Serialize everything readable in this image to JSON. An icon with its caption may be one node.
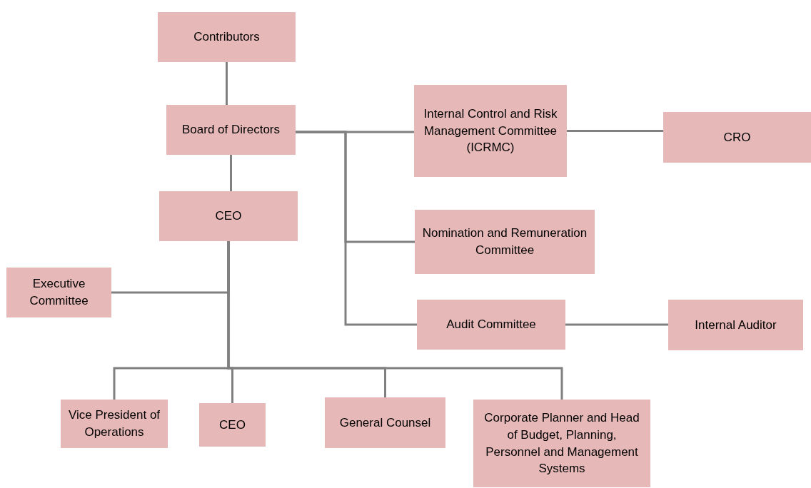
{
  "diagram": {
    "nodes": [
      {
        "text": [
          "Contributors"
        ]
      },
      {
        "text": [
          "Board of Directors"
        ]
      },
      {
        "text": [
          "Internal Control and Risk Management Committee (ICRMC)"
        ]
      },
      {
        "text": [
          "CRO"
        ]
      },
      {
        "text": [
          "CEO"
        ]
      },
      {
        "text": [
          "Nomination and Remuneration Committee"
        ]
      },
      {
        "text": [
          "Audit Committee"
        ]
      },
      {
        "text": [
          "Internal Auditor"
        ]
      },
      {
        "text": [
          "Executive Committee"
        ]
      },
      {
        "text": [
          "Vice President of Operations"
        ]
      },
      {
        "text": [
          "CEO"
        ]
      },
      {
        "text": [
          "General Counsel"
        ]
      },
      {
        "text": [
          "Corporate Planner and Head of Budget, Planning, Personnel and Management Systems"
        ]
      }
    ],
    "edges": [
      {
        "from": 0,
        "to": 1,
        "arrow": "none"
      },
      {
        "from": 1,
        "to": 2,
        "arrow": "none"
      },
      {
        "from": 1,
        "to": 5,
        "arrow": "none"
      },
      {
        "from": 1,
        "to": 6,
        "arrow": "none"
      },
      {
        "from": 2,
        "to": 3,
        "arrow": "none"
      },
      {
        "from": 6,
        "to": 7,
        "arrow": "none"
      },
      {
        "from": 1,
        "to": 4,
        "arrow": "none"
      },
      {
        "from": 4,
        "to": 8,
        "arrow": "none"
      },
      {
        "from": 4,
        "to": 9,
        "arrow": "none"
      },
      {
        "from": 4,
        "to": 10,
        "arrow": "none"
      },
      {
        "from": 4,
        "to": 11,
        "arrow": "none"
      },
      {
        "from": 4,
        "to": 12,
        "arrow": "none"
      }
    ]
  }
}
